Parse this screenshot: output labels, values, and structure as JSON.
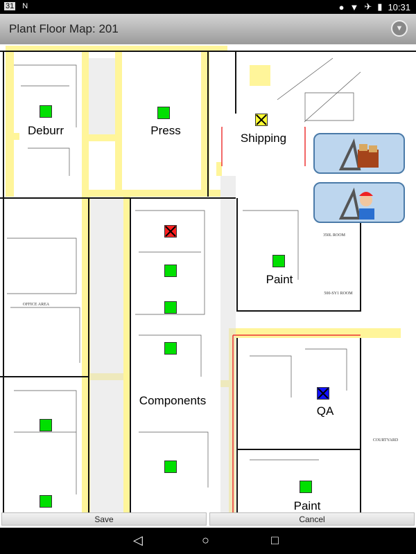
{
  "status_bar": {
    "time": "10:31",
    "left_icons": [
      "calendar-icon",
      "n-icon"
    ],
    "right_icons": [
      "dnd-icon",
      "wifi-icon",
      "airplane-icon",
      "battery-icon"
    ],
    "calendar_day": "31"
  },
  "app_bar": {
    "title": "Plant Floor Map: 201",
    "menu_icon": "chevron-down-circle-icon"
  },
  "map": {
    "rooms": [
      {
        "label": "Deburr"
      },
      {
        "label": "Press"
      },
      {
        "label": "Shipping"
      },
      {
        "label": "Paint"
      },
      {
        "label": "Components"
      },
      {
        "label": "QA"
      },
      {
        "label": "Paint"
      }
    ],
    "small_labels": [
      "OFFICE AREA",
      "350L ROOM",
      "500-SY1 ROOM",
      "COURTYARD"
    ],
    "marker_colors": {
      "ok": "#00e000",
      "warning": "#ffff33",
      "error": "#ff2020",
      "info": "#1010ff"
    },
    "markers": [
      {
        "status": "ok"
      },
      {
        "status": "ok"
      },
      {
        "status": "warning"
      },
      {
        "status": "error"
      },
      {
        "status": "ok"
      },
      {
        "status": "ok"
      },
      {
        "status": "ok"
      },
      {
        "status": "ok"
      },
      {
        "status": "ok"
      },
      {
        "status": "ok"
      },
      {
        "status": "ok"
      },
      {
        "status": "info"
      },
      {
        "status": "ok"
      }
    ]
  },
  "side_buttons": [
    {
      "icon": "inventory-box-icon"
    },
    {
      "icon": "worker-icon"
    }
  ],
  "buttons": {
    "save": "Save",
    "cancel": "Cancel"
  },
  "nav": {
    "back": "◁",
    "home": "○",
    "recents": "□"
  }
}
